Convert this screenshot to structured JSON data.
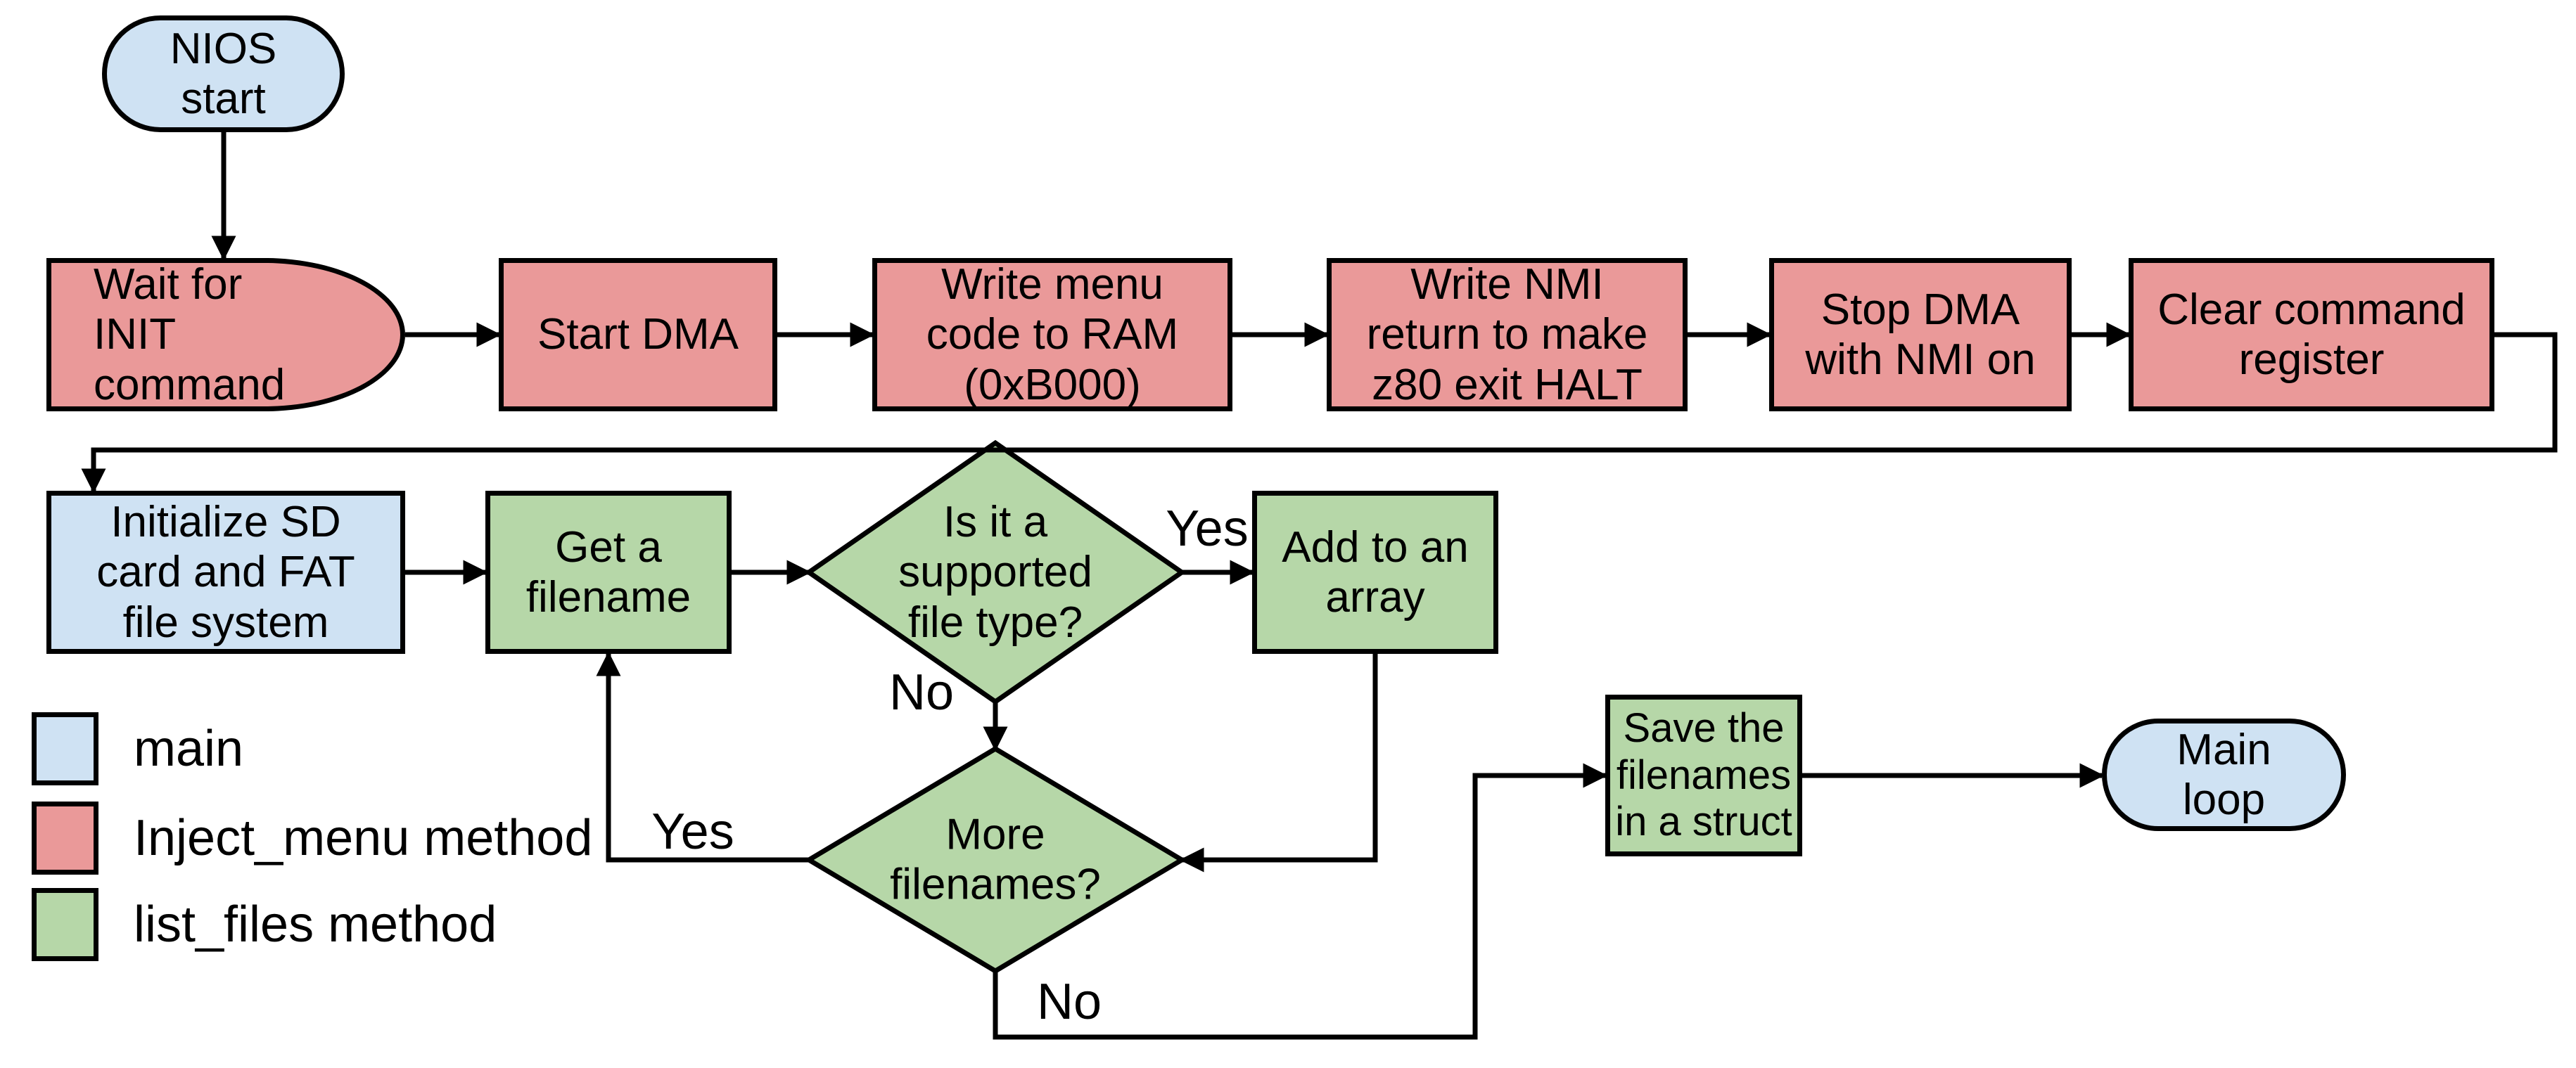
{
  "colors": {
    "main": "#cfe2f3",
    "inject_menu": "#ea9999",
    "list_files": "#b6d7a8",
    "line": "#000000"
  },
  "nodes": {
    "nios_start": "NIOS\nstart",
    "wait_init": "Wait for INIT\ncommand",
    "start_dma": "Start DMA",
    "write_menu": "Write menu\ncode to RAM\n(0xB000)",
    "write_nmi": "Write NMI\nreturn to make\nz80 exit HALT",
    "stop_dma": "Stop DMA\nwith NMI on",
    "clear_cmd": "Clear command\nregister",
    "init_sd": "Initialize SD\ncard and FAT\nfile system",
    "get_filename": "Get a\nfilename",
    "is_supported": "Is it a\nsupported\nfile type?",
    "add_array": "Add to an\narray",
    "more_filenames": "More\nfilenames?",
    "save_struct": "Save the\nfilenames\nin a struct",
    "main_loop": "Main\nloop"
  },
  "edge_labels": {
    "supported_yes": "Yes",
    "supported_no": "No",
    "more_yes": "Yes",
    "more_no": "No"
  },
  "legend": {
    "items": [
      {
        "label": "main",
        "color": "#cfe2f3"
      },
      {
        "label": "Inject_menu method",
        "color": "#ea9999"
      },
      {
        "label": "list_files method",
        "color": "#b6d7a8"
      }
    ]
  }
}
